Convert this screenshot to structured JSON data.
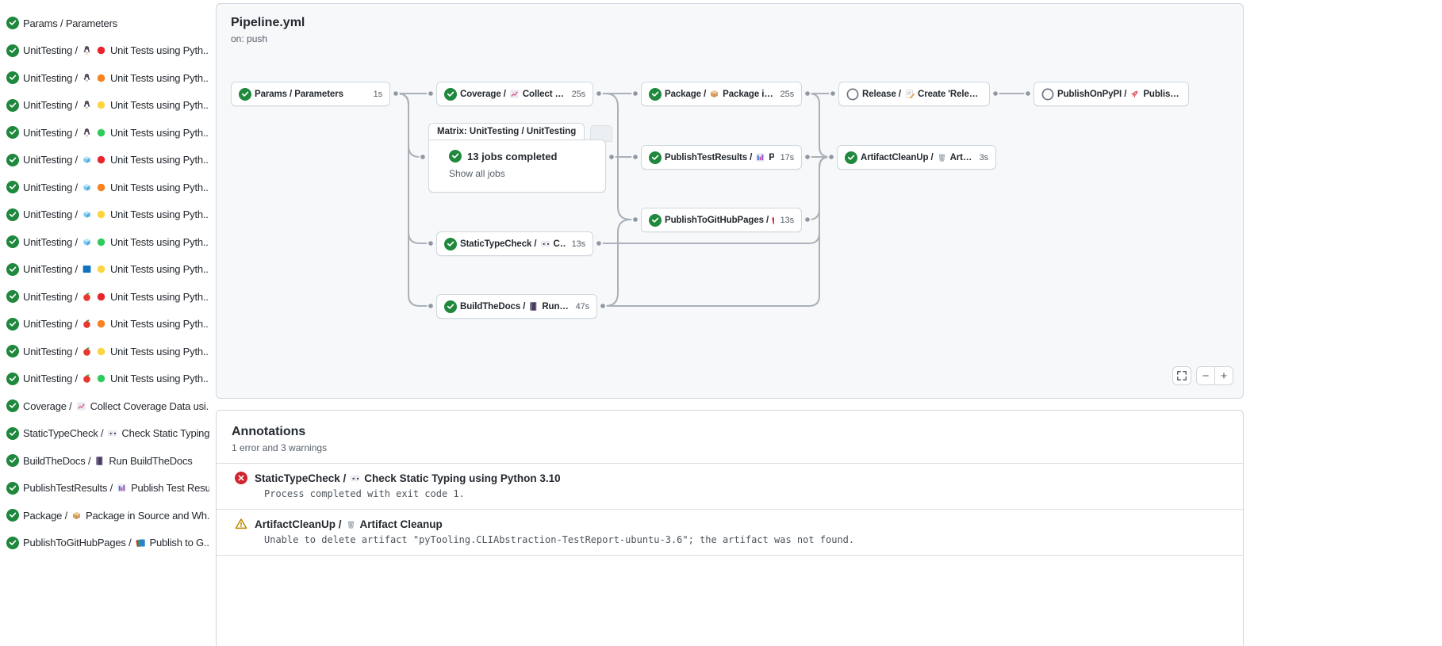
{
  "graph": {
    "title": "Pipeline.yml",
    "trigger": "on: push",
    "controls": {
      "fullscreen": "fullscreen",
      "zoom_out": "−",
      "zoom_in": "+"
    },
    "matrix": {
      "tab": "Matrix: UnitTesting / UnitTesting",
      "status": "success",
      "summary": "13 jobs completed",
      "link": "Show all jobs"
    },
    "nodes": [
      {
        "id": "params",
        "status": "success",
        "prefix": "Params / Parameters",
        "icon": null,
        "title": "",
        "duration": "1s"
      },
      {
        "id": "coverage",
        "status": "success",
        "prefix": "Coverage /",
        "icon": "chart-increasing",
        "title": "Collect Cove...",
        "duration": "25s"
      },
      {
        "id": "package",
        "status": "success",
        "prefix": "Package /",
        "icon": "package",
        "title": "Package in So...",
        "duration": "25s"
      },
      {
        "id": "release",
        "status": "skipped",
        "prefix": "Release /",
        "icon": "memo",
        "title": "Create 'Release P...",
        "duration": ""
      },
      {
        "id": "publishOnPyPI",
        "status": "skipped",
        "prefix": "PublishOnPyPI /",
        "icon": "rocket",
        "title": "Publish to ...",
        "duration": ""
      },
      {
        "id": "publishTestResults",
        "status": "success",
        "prefix": "PublishTestResults /",
        "icon": "bar-chart",
        "title": "Pu...",
        "duration": "17s"
      },
      {
        "id": "artifactCleanUp",
        "status": "success",
        "prefix": "ArtifactCleanUp /",
        "icon": "wastebasket",
        "title": "Artifac...",
        "duration": "3s"
      },
      {
        "id": "publishToGitHubPages",
        "status": "success",
        "prefix": "PublishToGitHubPages /",
        "icon": "books",
        "title": "...",
        "duration": "13s"
      },
      {
        "id": "staticTypeCheck",
        "status": "success",
        "prefix": "StaticTypeCheck /",
        "icon": "eyes",
        "title": "Chec...",
        "duration": "13s"
      },
      {
        "id": "buildTheDocs",
        "status": "success",
        "prefix": "BuildTheDocs /",
        "icon": "notebook",
        "title": "Run Buil...",
        "duration": "47s"
      }
    ],
    "connections": [
      {
        "from": "params",
        "to": "coverage"
      },
      {
        "from": "params",
        "to": "matrix"
      },
      {
        "from": "params",
        "to": "staticTypeCheck"
      },
      {
        "from": "params",
        "to": "buildTheDocs"
      },
      {
        "from": "coverage",
        "to": "package"
      },
      {
        "from": "coverage",
        "to": "publishToGitHubPages"
      },
      {
        "from": "matrix",
        "to": "publishTestResults"
      },
      {
        "from": "package",
        "to": "release"
      },
      {
        "from": "release",
        "to": "publishOnPyPI"
      },
      {
        "from": "publishTestResults",
        "to": "artifactCleanUp"
      },
      {
        "from": "package",
        "to": "artifactCleanUp"
      },
      {
        "from": "publishToGitHubPages",
        "to": "artifactCleanUp"
      },
      {
        "from": "staticTypeCheck",
        "to": "artifactCleanUp"
      },
      {
        "from": "buildTheDocs",
        "to": "publishToGitHubPages"
      },
      {
        "from": "buildTheDocs",
        "to": "artifactCleanUp"
      }
    ]
  },
  "sidebar": {
    "jobs": [
      {
        "status": "success",
        "name": "Params / Parameters",
        "os_icon": null,
        "version_icon": null,
        "title": ""
      },
      {
        "status": "success",
        "name": "UnitTesting /",
        "os_icon": "penguin",
        "version_icon": "circle-red",
        "title": "Unit Tests using Pyth..."
      },
      {
        "status": "success",
        "name": "UnitTesting /",
        "os_icon": "penguin",
        "version_icon": "circle-orange",
        "title": "Unit Tests using Pyth..."
      },
      {
        "status": "success",
        "name": "UnitTesting /",
        "os_icon": "penguin",
        "version_icon": "circle-yellow",
        "title": "Unit Tests using Pyth..."
      },
      {
        "status": "success",
        "name": "UnitTesting /",
        "os_icon": "penguin",
        "version_icon": "circle-green",
        "title": "Unit Tests using Pyth..."
      },
      {
        "status": "success",
        "name": "UnitTesting /",
        "os_icon": "ice-cube",
        "version_icon": "circle-red",
        "title": "Unit Tests using Pyth..."
      },
      {
        "status": "success",
        "name": "UnitTesting /",
        "os_icon": "ice-cube",
        "version_icon": "circle-orange",
        "title": "Unit Tests using Pyth..."
      },
      {
        "status": "success",
        "name": "UnitTesting /",
        "os_icon": "ice-cube",
        "version_icon": "circle-yellow",
        "title": "Unit Tests using Pyth..."
      },
      {
        "status": "success",
        "name": "UnitTesting /",
        "os_icon": "ice-cube",
        "version_icon": "circle-green",
        "title": "Unit Tests using Pyth..."
      },
      {
        "status": "success",
        "name": "UnitTesting /",
        "os_icon": "blue-square",
        "version_icon": "circle-yellow",
        "title": "Unit Tests using Pyth..."
      },
      {
        "status": "success",
        "name": "UnitTesting /",
        "os_icon": "apple",
        "version_icon": "circle-red",
        "title": "Unit Tests using Pyth..."
      },
      {
        "status": "success",
        "name": "UnitTesting /",
        "os_icon": "apple",
        "version_icon": "circle-orange",
        "title": "Unit Tests using Pyth..."
      },
      {
        "status": "success",
        "name": "UnitTesting /",
        "os_icon": "apple",
        "version_icon": "circle-yellow",
        "title": "Unit Tests using Pyth..."
      },
      {
        "status": "success",
        "name": "UnitTesting /",
        "os_icon": "apple",
        "version_icon": "circle-green",
        "title": "Unit Tests using Pyth..."
      },
      {
        "status": "success",
        "name": "Coverage /",
        "os_icon": "chart-increasing",
        "version_icon": null,
        "title": "Collect Coverage Data usi..."
      },
      {
        "status": "success",
        "name": "StaticTypeCheck /",
        "os_icon": "eyes",
        "version_icon": null,
        "title": "Check Static Typing..."
      },
      {
        "status": "success",
        "name": "BuildTheDocs /",
        "os_icon": "notebook",
        "version_icon": null,
        "title": "Run BuildTheDocs"
      },
      {
        "status": "success",
        "name": "PublishTestResults /",
        "os_icon": "bar-chart",
        "version_icon": null,
        "title": "Publish Test Resu..."
      },
      {
        "status": "success",
        "name": "Package /",
        "os_icon": "package",
        "version_icon": null,
        "title": "Package in Source and Wh..."
      },
      {
        "status": "success",
        "name": "PublishToGitHubPages /",
        "os_icon": "books",
        "version_icon": null,
        "title": "Publish to G..."
      }
    ]
  },
  "annotations": {
    "heading": "Annotations",
    "summary": "1 error and 3 warnings",
    "items": [
      {
        "severity": "error",
        "job": "StaticTypeCheck /",
        "icon": "eyes",
        "title": "Check Static Typing using Python 3.10",
        "message": "Process completed with exit code 1."
      },
      {
        "severity": "warning",
        "job": "ArtifactCleanUp /",
        "icon": "wastebasket",
        "title": "Artifact Cleanup",
        "message": "Unable to delete artifact \"pyTooling.CLIAbstraction-TestReport-ubuntu-3.6\"; the artifact was not found."
      }
    ]
  }
}
